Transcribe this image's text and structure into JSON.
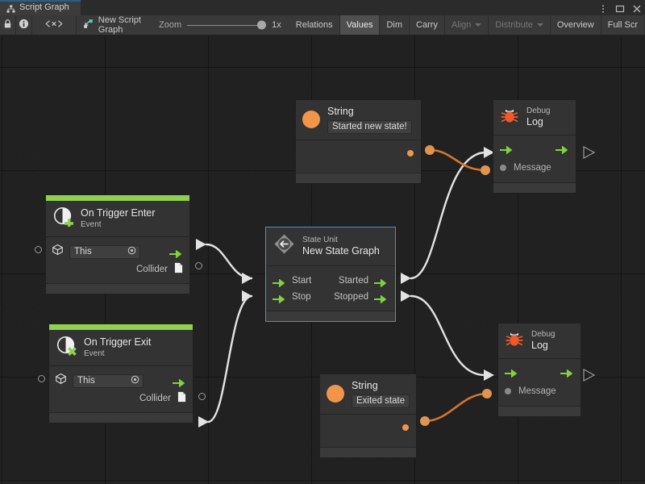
{
  "window": {
    "tab_label": "Script Graph",
    "tab_icon": "graph-hierarchy-icon",
    "controls": [
      {
        "name": "more-options-icon",
        "glyph": "vertical-dots"
      },
      {
        "name": "maximize-icon",
        "glyph": "square"
      },
      {
        "name": "close-icon",
        "glyph": "cross"
      }
    ]
  },
  "toolbar": {
    "lock_icon": "lock-icon",
    "info_icon": "info-icon",
    "code_icon": "code-brackets-icon",
    "graph_name": "New Script Graph",
    "graph_name_icon": "script-graph-icon",
    "zoom_label": "Zoom",
    "zoom_value": "1x",
    "zoom_percent": 100,
    "buttons": [
      {
        "label": "Relations",
        "state": "normal",
        "caret": false
      },
      {
        "label": "Values",
        "state": "active",
        "caret": false
      },
      {
        "label": "Dim",
        "state": "normal",
        "caret": false
      },
      {
        "label": "Carry",
        "state": "normal",
        "caret": false
      },
      {
        "label": "Align",
        "state": "disabled",
        "caret": true
      },
      {
        "label": "Distribute",
        "state": "disabled",
        "caret": true
      },
      {
        "label": "Overview",
        "state": "normal",
        "caret": false
      },
      {
        "label": "Full Scr",
        "state": "normal",
        "caret": false
      }
    ]
  },
  "colors": {
    "accent_green": "#8fd14f",
    "port_green": "#7fd43a",
    "data_orange": "#f0954a",
    "selection_blue": "#4a90c4",
    "canvas_bg": "#212121",
    "node_bg": "#333333",
    "tab_accent": "#2c5d87"
  },
  "nodes": {
    "on_trigger_enter": {
      "title": "On Trigger Enter",
      "subtitle": "Event",
      "icon": "trigger-enter-icon",
      "target_field_value": "This",
      "target_icon": "gameobject-cube-icon",
      "output_label": "Collider",
      "output_icon": "collider-value-icon",
      "selected": false
    },
    "on_trigger_exit": {
      "title": "On Trigger Exit",
      "subtitle": "Event",
      "icon": "trigger-exit-icon",
      "target_field_value": "This",
      "target_icon": "gameobject-cube-icon",
      "output_label": "Collider",
      "output_icon": "collider-value-icon",
      "selected": false
    },
    "state_unit": {
      "subtitle": "State Unit",
      "title": "New  State  Graph",
      "icon": "state-unit-icon",
      "inputs": [
        "Start",
        "Stop"
      ],
      "outputs": [
        "Started",
        "Stopped"
      ],
      "selected": true
    },
    "string_started": {
      "title": "String",
      "icon": "string-value-icon",
      "value": "Started new state!"
    },
    "string_exited": {
      "title": "String",
      "icon": "string-value-icon",
      "value": "Exited state"
    },
    "debug_log_top": {
      "subtitle": "Debug",
      "title": "Log",
      "icon": "debug-bug-icon",
      "input_label": "Message"
    },
    "debug_log_bottom": {
      "subtitle": "Debug",
      "title": "Log",
      "icon": "debug-bug-icon",
      "input_label": "Message"
    }
  }
}
